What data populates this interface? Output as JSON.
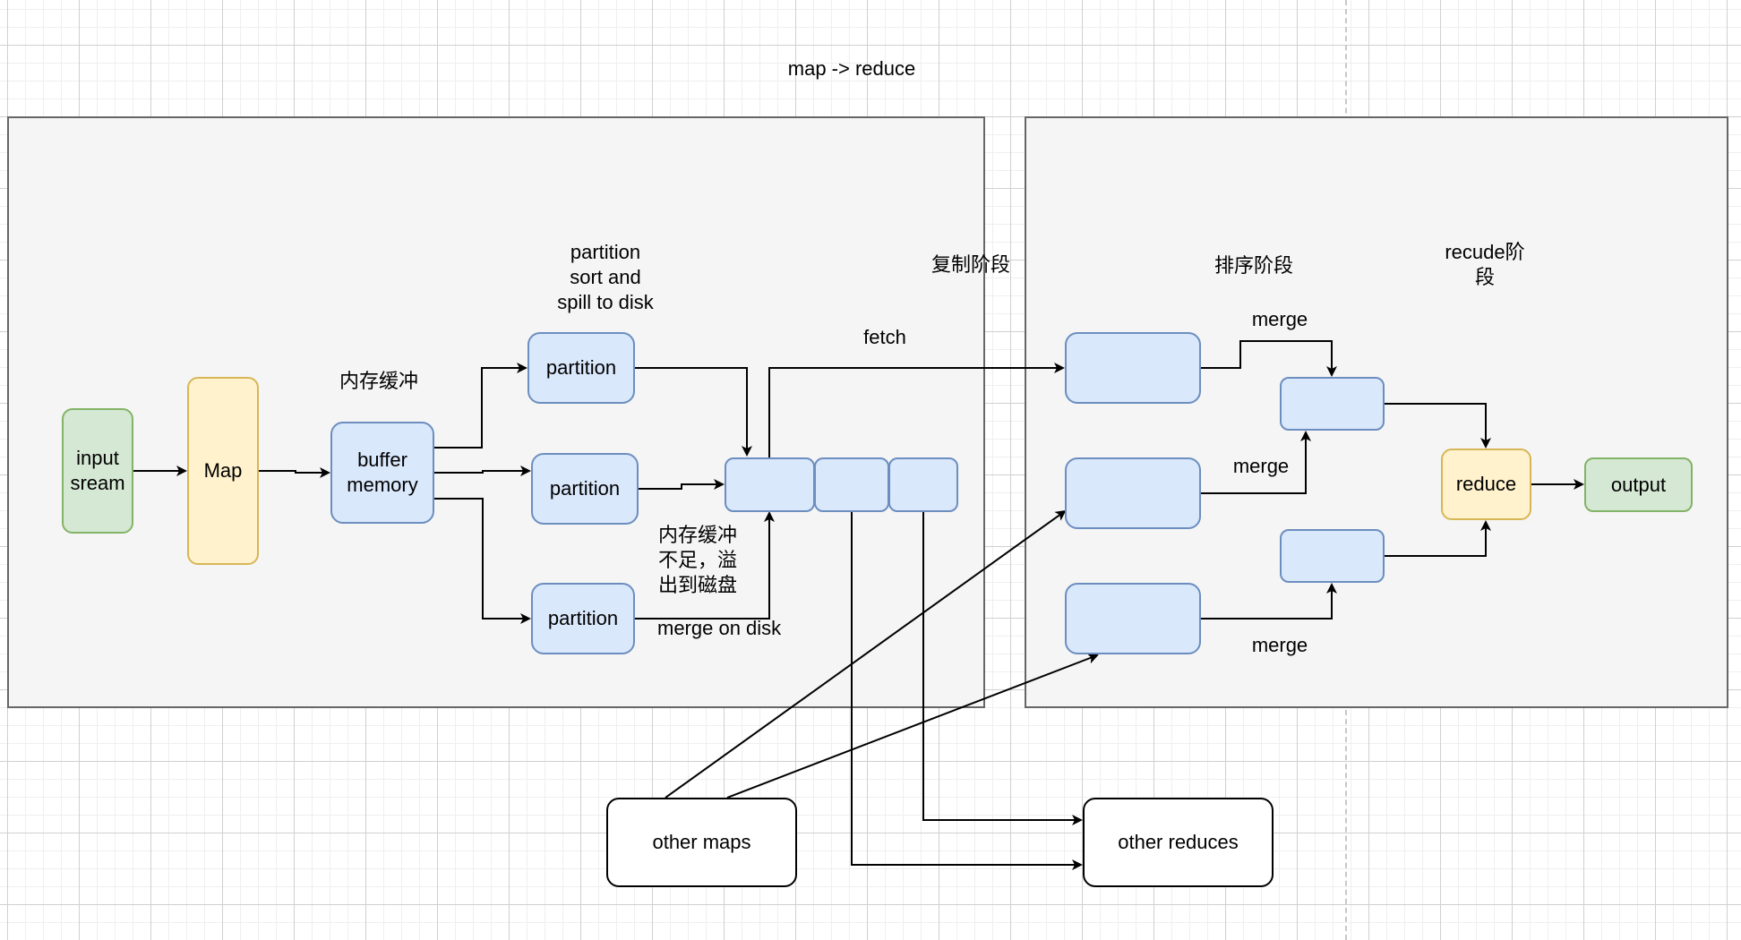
{
  "title": "map -> reduce",
  "colors": {
    "blue_fill": "#dae8fc",
    "blue_stroke": "#6c8ebf",
    "green_fill": "#d5e8d4",
    "green_stroke": "#82b366",
    "yellow_fill": "#fff2cc",
    "yellow_stroke": "#d6b656",
    "panel_fill": "#f5f5f5",
    "panel_stroke": "#666666"
  },
  "map_side": {
    "input": "input\nsream",
    "map": "Map",
    "buffer": "buffer\nmemory",
    "buffer_label": "内存缓冲",
    "spill_label": "partition\nsort and\nspill to disk",
    "partitions": [
      "partition",
      "partition",
      "partition"
    ],
    "overflow_note": "内存缓冲\n不足，溢\n出到磁盘",
    "merge_on_disk": "merge on disk",
    "fetch": "fetch",
    "copy_phase": "复制阶段"
  },
  "reduce_side": {
    "sort_phase": "排序阶段",
    "reduce_phase": "recude阶\n段",
    "merge_labels": [
      "merge",
      "merge",
      "merge"
    ],
    "reduce": "reduce",
    "output": "output"
  },
  "external": {
    "other_maps": "other maps",
    "other_reduces": "other reduces"
  }
}
